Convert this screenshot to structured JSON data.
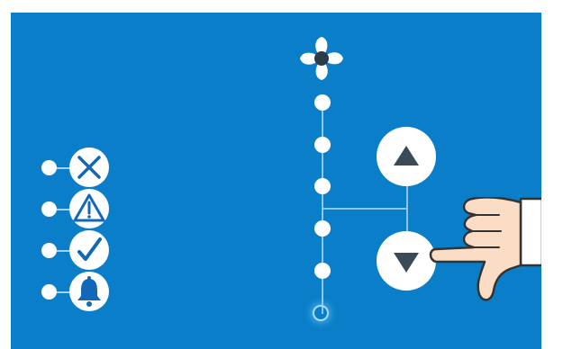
{
  "panel": {
    "background": "#0a7ec8"
  },
  "status_items": [
    {
      "name": "error",
      "icon": "x-icon"
    },
    {
      "name": "warning",
      "icon": "warning-triangle-icon"
    },
    {
      "name": "ok",
      "icon": "checkmark-icon"
    },
    {
      "name": "alarm",
      "icon": "bell-icon"
    }
  ],
  "fan_control": {
    "icon": "fan-icon",
    "levels_total": 6,
    "current_level": 0,
    "increase_button_icon": "up-triangle-icon",
    "decrease_button_icon": "down-triangle-icon",
    "pointer_icon": "hand-pointer-icon"
  }
}
